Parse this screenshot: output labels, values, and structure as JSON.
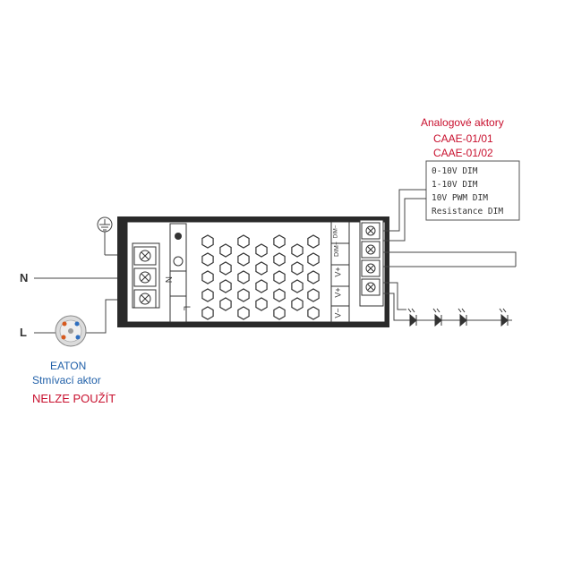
{
  "analog_actuators": {
    "title": "Analogové aktory",
    "model_1": "CAAE-01/01",
    "model_2": "CAAE-01/02"
  },
  "dim_modes": [
    "0-10V DIM",
    "1-10V DIM",
    "10V PWM DIM",
    "Resistance DIM"
  ],
  "inputs": {
    "n_label": "N",
    "l_label": "L"
  },
  "eaton": {
    "brand": "EATON",
    "name": "Stmívací aktor",
    "warning": "NELZE POUŽÍT"
  },
  "driver": {
    "label_n": "N",
    "label_l": "L",
    "label_vminus": "V−",
    "label_vplus_1": "V+",
    "label_vplus_2": "V+",
    "label_dim": "DIM+",
    "label_dim_minus": "DIM−"
  },
  "colors": {
    "accent_red": "#c8102e",
    "accent_blue": "#1f5fa8",
    "line": "#444444"
  },
  "icons": [
    "ground-icon",
    "led-icon"
  ]
}
